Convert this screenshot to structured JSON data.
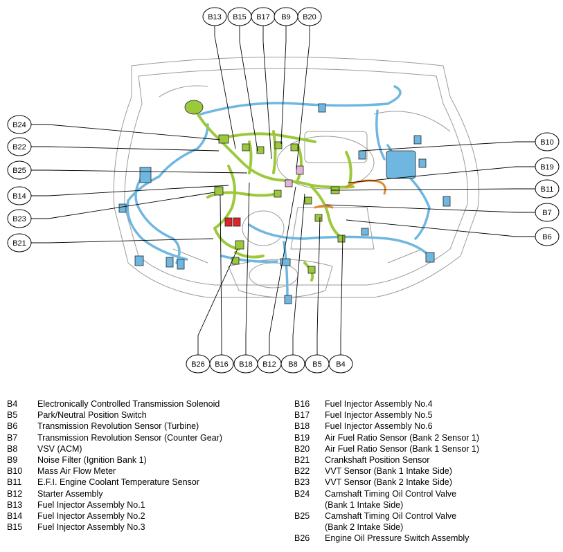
{
  "callouts": {
    "top": [
      "B13",
      "B15",
      "B17",
      "B9",
      "B20"
    ],
    "left": [
      "B24",
      "B22",
      "B25",
      "B14",
      "B23",
      "B21"
    ],
    "right": [
      "B10",
      "B19",
      "B11",
      "B7",
      "B6"
    ],
    "bottom": [
      "B26",
      "B16",
      "B18",
      "B12",
      "B8",
      "B5",
      "B4"
    ]
  },
  "legend": {
    "left": [
      {
        "code": "B4",
        "desc": "Electronically Controlled Transmission Solenoid"
      },
      {
        "code": "B5",
        "desc": "Park/Neutral Position Switch"
      },
      {
        "code": "B6",
        "desc": "Transmission Revolution Sensor (Turbine)"
      },
      {
        "code": "B7",
        "desc": "Transmission Revolution Sensor (Counter Gear)"
      },
      {
        "code": "B8",
        "desc": "VSV (ACM)"
      },
      {
        "code": "B9",
        "desc": "Noise Filter (Ignition Bank 1)"
      },
      {
        "code": "B10",
        "desc": "Mass Air Flow Meter"
      },
      {
        "code": "B11",
        "desc": "E.F.I. Engine Coolant Temperature Sensor"
      },
      {
        "code": "B12",
        "desc": "Starter Assembly"
      },
      {
        "code": "B13",
        "desc": "Fuel Injector Assembly No.1"
      },
      {
        "code": "B14",
        "desc": "Fuel Injector Assembly No.2"
      },
      {
        "code": "B15",
        "desc": "Fuel Injector Assembly No.3"
      }
    ],
    "right": [
      {
        "code": "B16",
        "desc": "Fuel Injector Assembly No.4"
      },
      {
        "code": "B17",
        "desc": "Fuel Injector Assembly No.5"
      },
      {
        "code": "B18",
        "desc": "Fuel Injector Assembly No.6"
      },
      {
        "code": "B19",
        "desc": "Air Fuel Ratio Sensor (Bank 2 Sensor 1)"
      },
      {
        "code": "B20",
        "desc": "Air Fuel Ratio Sensor (Bank 1 Sensor 1)"
      },
      {
        "code": "B21",
        "desc": "Crankshaft Position Sensor"
      },
      {
        "code": "B22",
        "desc": "VVT Sensor (Bank 1 Intake Side)"
      },
      {
        "code": "B23",
        "desc": "VVT Sensor (Bank 2 Intake Side)"
      },
      {
        "code": "B24",
        "desc": "Camshaft Timing Oil Control Valve\n(Bank 1 Intake Side)"
      },
      {
        "code": "B25",
        "desc": "Camshaft Timing Oil Control Valve\n(Bank 2 Intake Side)"
      },
      {
        "code": "B26",
        "desc": "Engine Oil Pressure Switch Assembly"
      }
    ]
  },
  "colors": {
    "harness_green": "#9cc93c",
    "harness_blue": "#6fb7e0",
    "connector_pink": "#e3b4d6",
    "connector_red": "#e0242a",
    "harness_orange": "#e08a2a",
    "line_dark": "#222222",
    "engine_outline": "#9a9a9a"
  }
}
